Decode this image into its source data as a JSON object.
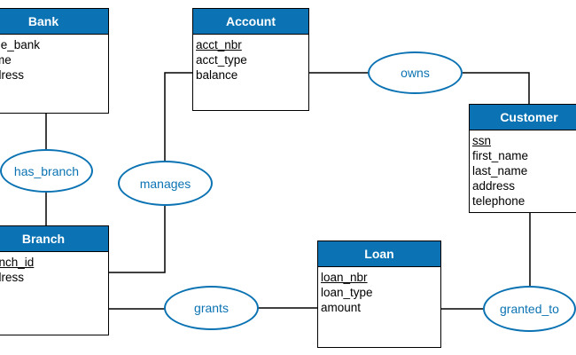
{
  "colors": {
    "accent": "#0b73b3",
    "line": "#000000"
  },
  "entities": {
    "bank": {
      "title": "Bank",
      "attrs": [
        {
          "text": "code_bank",
          "key": false
        },
        {
          "text": "name",
          "key": false
        },
        {
          "text": "address",
          "key": false
        }
      ]
    },
    "account": {
      "title": "Account",
      "attrs": [
        {
          "text": "acct_nbr",
          "key": true
        },
        {
          "text": "acct_type",
          "key": false
        },
        {
          "text": "balance",
          "key": false
        }
      ]
    },
    "customer": {
      "title": "Customer",
      "attrs": [
        {
          "text": "ssn",
          "key": true
        },
        {
          "text": "first_name",
          "key": false
        },
        {
          "text": "last_name",
          "key": false
        },
        {
          "text": "address",
          "key": false
        },
        {
          "text": "telephone",
          "key": false
        }
      ]
    },
    "branch": {
      "title": "Branch",
      "attrs": [
        {
          "text": "branch_id",
          "key": true
        },
        {
          "text": "address",
          "key": false
        }
      ]
    },
    "loan": {
      "title": "Loan",
      "attrs": [
        {
          "text": "loan_nbr",
          "key": true
        },
        {
          "text": "loan_type",
          "key": false
        },
        {
          "text": "amount",
          "key": false
        }
      ]
    }
  },
  "relationships": {
    "has_branch": "has_branch",
    "manages": "manages",
    "owns": "owns",
    "grants": "grants",
    "granted_to": "granted_to"
  }
}
